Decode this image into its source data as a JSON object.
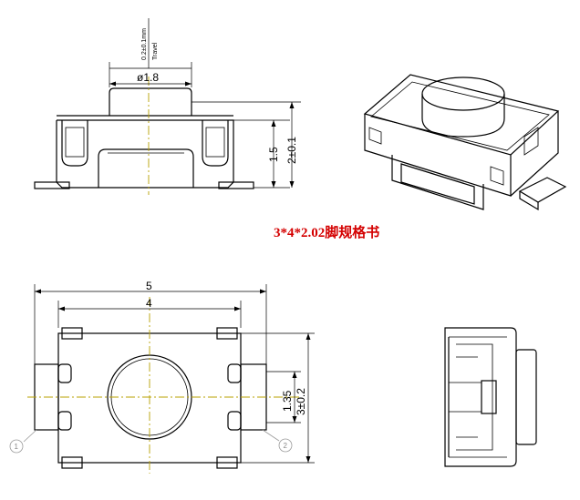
{
  "title": "3*4*2.02脚规格书",
  "front_view": {
    "travel_label": "0.2±0.1mm",
    "travel_caption": "Travel",
    "actuator_dia": "ø1.8",
    "dim_inner_height": "1.5",
    "dim_total_height": "2±0.1"
  },
  "top_view": {
    "dim_width_outer": "5",
    "dim_width_body": "4",
    "dim_pin_pitch": "1.35",
    "dim_body_height": "3±0.2",
    "pin_1": "1",
    "pin_2": "2"
  },
  "colors": {
    "line": "#000000",
    "centerline": "#b8a000",
    "title": "#d40000",
    "callout": "#888888"
  }
}
